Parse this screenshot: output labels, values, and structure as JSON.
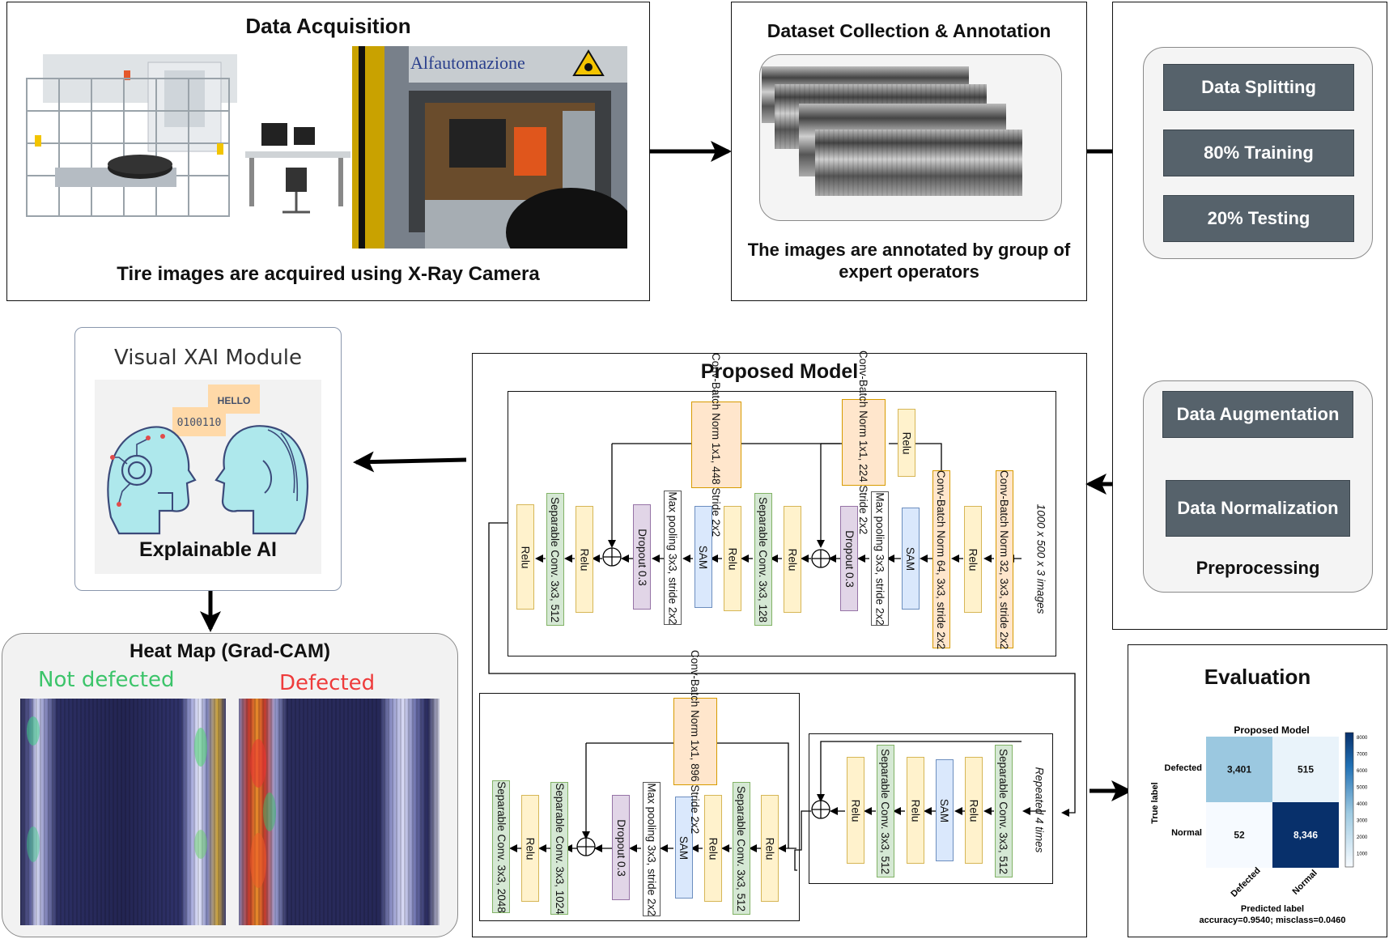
{
  "acquisition": {
    "title": "Data Acquisition",
    "caption": "Tire images are acquired using X-Ray Camera",
    "brand": "Alfautomazione"
  },
  "dataset": {
    "title": "Dataset Collection & Annotation",
    "caption_line1": "The images are annotated by group of",
    "caption_line2": "expert operators"
  },
  "splitting": {
    "items": [
      "Data Splitting",
      "80% Training",
      "20% Testing"
    ]
  },
  "preprocessing": {
    "augmentation": "Data Augmentation",
    "normalization": "Data Normalization",
    "label": "Preprocessing"
  },
  "model": {
    "title": "Proposed Model",
    "top_row": [
      "1000 x 500 x 3 images",
      "Conv-Batch Norm 32, 3x3, stride 2x2",
      "Relu",
      "Conv-Batch Norm 64, 3x3, stride 2x2",
      "SAM",
      "Max pooling 3x3, stride 2x2",
      "Dropout 0.3",
      "Relu",
      "Separable Conv. 3x3, 128",
      "Relu",
      "SAM",
      "Max pooling 3x3, stride 2x2",
      "Dropout 0.3",
      "Relu",
      "Separable Conv. 3x3, 512",
      "Relu"
    ],
    "top_shortcuts": [
      "Relu",
      "Conv-Batch Norm 1x1, 224 Stride 2x2",
      "Conv-Batch Norm 1x1, 448 Stride 2x2"
    ],
    "repeat_row": [
      "Repeated 4 times",
      "Separable Conv. 3x3, 512",
      "Relu",
      "SAM",
      "Relu",
      "Separable Conv. 3x3, 512",
      "Relu"
    ],
    "bottom_row": [
      "Relu",
      "Separable Conv. 3x3, 512",
      "Relu",
      "SAM",
      "Max pooling 3x3, stride 2x2",
      "Dropout 0.3",
      "Separable Conv. 3x3, 1024",
      "Relu",
      "Separable Conv. 3x3, 2048"
    ],
    "bottom_shortcut": "Conv-Batch Norm 1x1, 896 Stride 2x2"
  },
  "xai": {
    "title": "Visual XAI Module",
    "hello": "HELLO",
    "binary": "0100110",
    "caption": "Explainable AI"
  },
  "heatmap": {
    "title": "Heat Map (Grad-CAM)",
    "not_defected": "Not defected",
    "defected": "Defected",
    "not_defected_color": "#3cc46a",
    "defected_color": "#ee3b3b"
  },
  "evaluation": {
    "title": "Evaluation",
    "chart_title": "Proposed Model",
    "ylabel": "True label",
    "xlabel": "Predicted label",
    "rows": [
      "Defected",
      "Normal"
    ],
    "cols": [
      "Defected",
      "Normal"
    ],
    "matrix": [
      [
        "3,401",
        "515"
      ],
      [
        "52",
        "8,346"
      ]
    ],
    "matrix_values": [
      [
        3401,
        515
      ],
      [
        52,
        8346
      ]
    ],
    "footer": "accuracy=0.9540; misclass=0.0460",
    "colorbar_ticks": [
      "8000",
      "7000",
      "6000",
      "5000",
      "4000",
      "3000",
      "2000",
      "1000"
    ]
  }
}
